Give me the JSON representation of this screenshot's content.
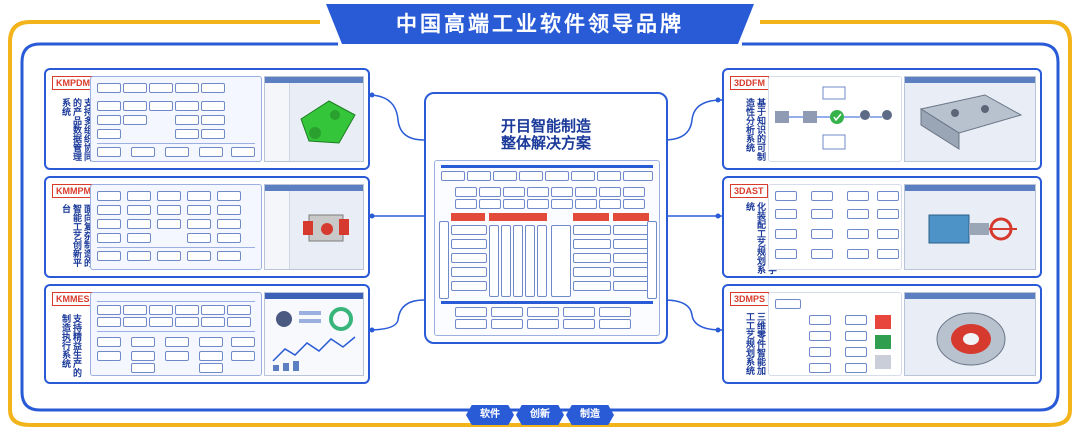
{
  "page": {
    "title": "中国高端工业软件领导品牌"
  },
  "colors": {
    "brand_blue": "#2a5bd7",
    "accent_red": "#d93b2b",
    "gold": "#f2b31b",
    "text_dark_blue": "#1b3a9a"
  },
  "center": {
    "title_line1": "开目智能制造",
    "title_line2": "整体解决方案"
  },
  "left_panels": [
    {
      "badge": "KMPDM",
      "label": "支持多组织协同的产品数据管理系统"
    },
    {
      "badge": "KMMPM",
      "label": "面向复杂制造的智能工艺创新平台"
    },
    {
      "badge": "KMMES",
      "label": "支持精益生产的制造执行系统"
    }
  ],
  "right_panels": [
    {
      "badge": "3DDFM",
      "label": "基于知识的可制造性分析系统"
    },
    {
      "badge": "3DAST",
      "label": "机电混合产品数字化装配工艺规划系统"
    },
    {
      "badge": "3DMPS",
      "label": "三维零件智能加工工艺规划系统"
    }
  ],
  "bottom_tabs": [
    "软件",
    "创新",
    "制造"
  ]
}
